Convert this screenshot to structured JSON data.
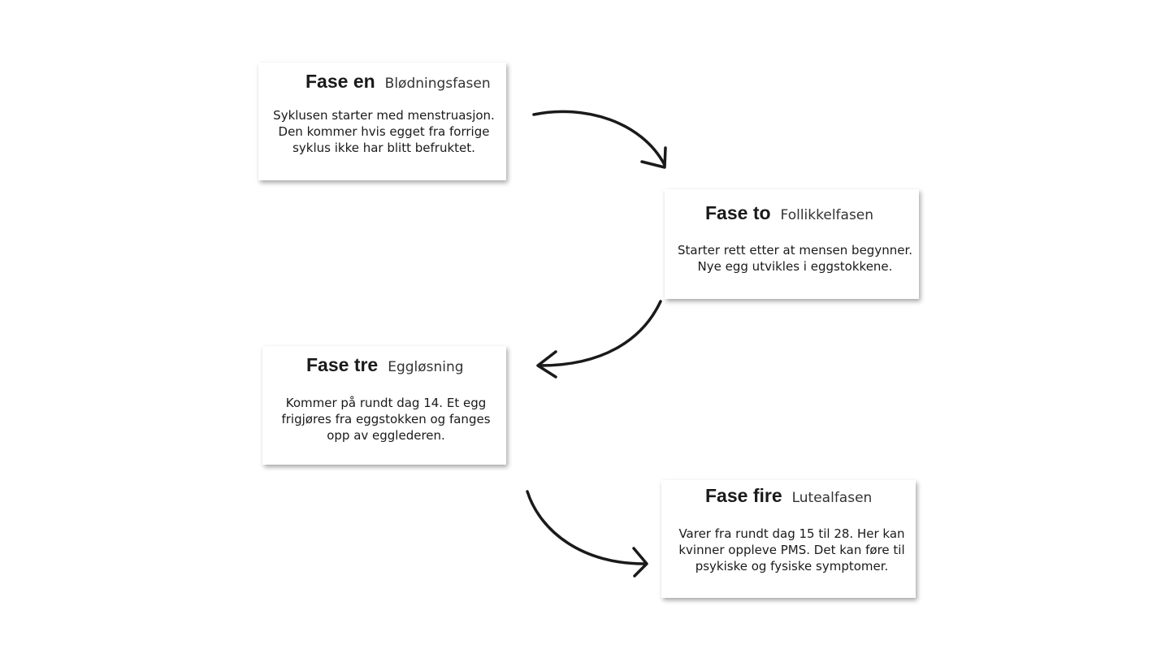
{
  "phases": [
    {
      "title": "Fase en",
      "name": "Blødningsfasen",
      "description": "Syklusen starter med menstruasjon.\nDen kommer hvis egget fra forrige\nsyklus ikke har blitt befruktet."
    },
    {
      "title": "Fase to",
      "name": "Follikkelfasen",
      "description": "Starter rett etter at mensen begynner.\nNye egg utvikles i eggstokkene."
    },
    {
      "title": "Fase tre",
      "name": "Eggløsning",
      "description": "Kommer på rundt dag 14. Et egg\nfrigjøres fra eggstokken og fanges\nopp av egglederen."
    },
    {
      "title": "Fase fire",
      "name": "Lutealfasen",
      "description": "Varer fra rundt dag 15 til 28. Her kan\nkvinner oppleve PMS. Det kan føre til\npsykiske og fysiske symptomer."
    }
  ],
  "colors": {
    "text": "#1a1a1a",
    "arrow": "#1a1a1a",
    "card": "#ffffff"
  },
  "icons": [
    "curved-arrow-icon"
  ]
}
